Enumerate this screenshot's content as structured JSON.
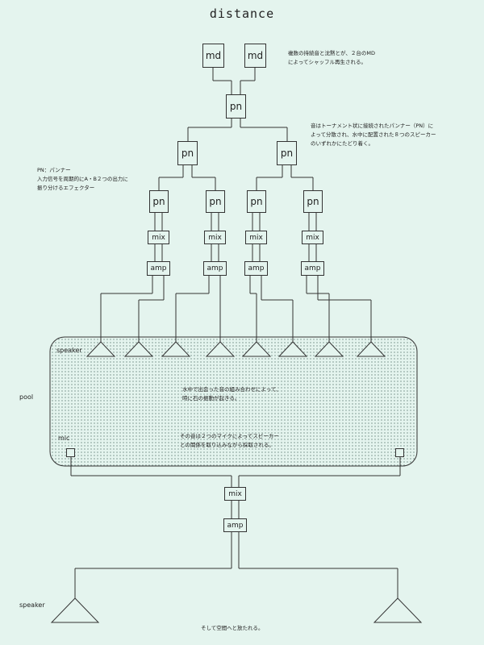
{
  "title": "distance",
  "notes": {
    "note1": "複数の持続音と沈黙とが、２台のMD\nによってシャッフル再生される。",
    "note2": "音はトーナメント状に接続されたパンナー（PN）に\nよって分散され、水中に配置された８つのスピーカー\nのいずれかにたどり着く。",
    "note3": "PN：パンナー\n入力信号を周期的にA・B２つの出力に\n振り分けるエフェクター",
    "note4": "水中で出会った音の組み合わせによって、\n時に石の振動が起きる。",
    "note5": "その音は２つのマイクによってスピーカー\nとの関係を取り込みながら採取される。",
    "note6": "そして空間へと放たれる。"
  },
  "labels": {
    "speaker_in_pool": "speaker",
    "pool": "pool",
    "mic": "mic",
    "speaker_bottom": "speaker"
  },
  "devices": {
    "md": "md",
    "pn": "pn",
    "mix": "mix",
    "amp": "amp"
  }
}
